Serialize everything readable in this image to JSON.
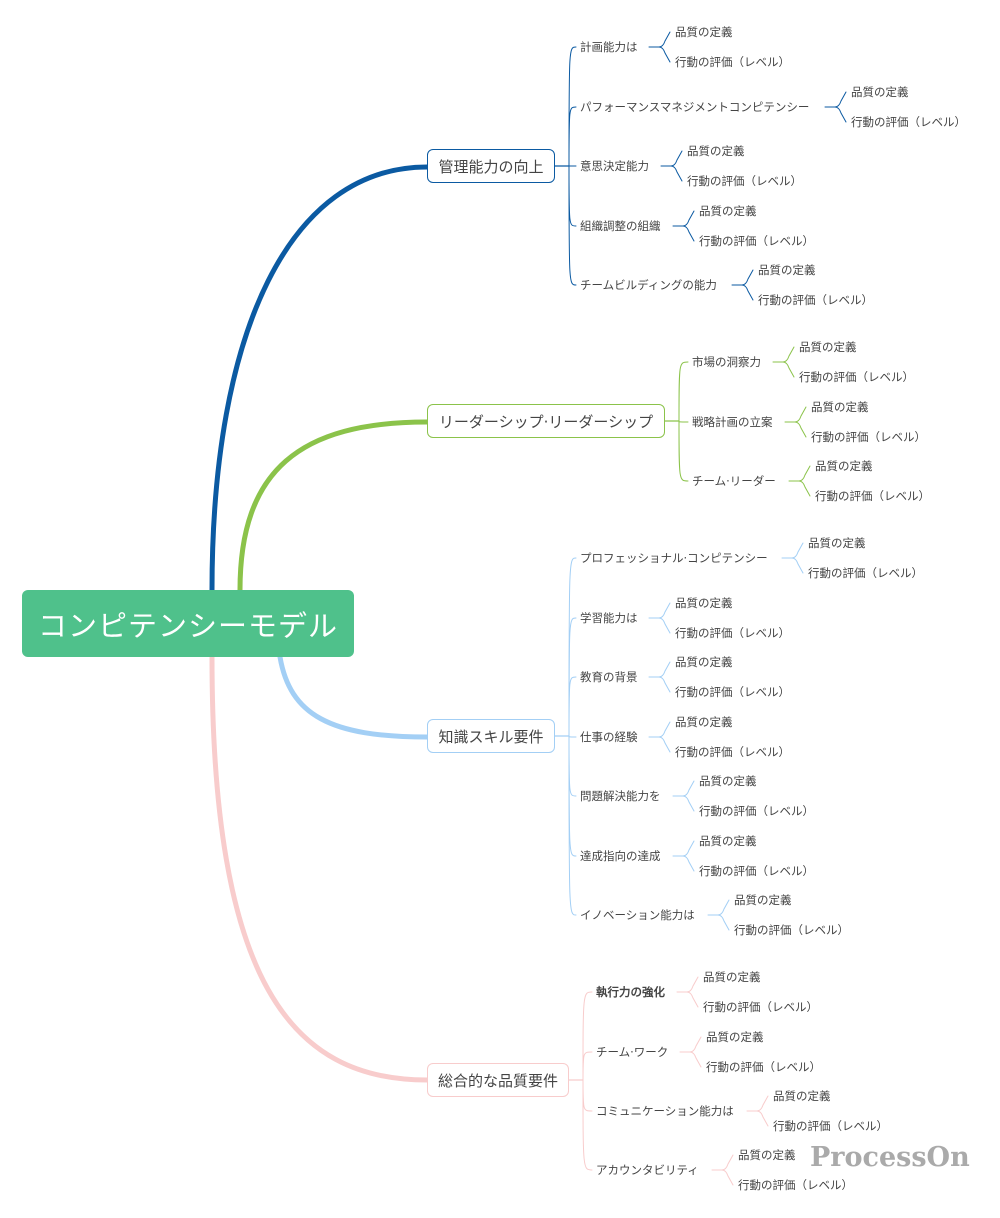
{
  "root": {
    "label": "コンピテンシーモデル",
    "color": "#4fc18b"
  },
  "branches": [
    {
      "label": "管理能力の向上",
      "color": "#0b5aa2",
      "children": [
        {
          "label": "計画能力は",
          "leaves": [
            "品質の定義",
            "行動の評価（レベル）"
          ]
        },
        {
          "label": "パフォーマンスマネジメントコンピテンシー",
          "leaves": [
            "品質の定義",
            "行動の評価（レベル）"
          ]
        },
        {
          "label": "意思決定能力",
          "leaves": [
            "品質の定義",
            "行動の評価（レベル）"
          ]
        },
        {
          "label": "組織調整の組織",
          "leaves": [
            "品質の定義",
            "行動の評価（レベル）"
          ]
        },
        {
          "label": "チームビルディングの能力",
          "leaves": [
            "品質の定義",
            "行動の評価（レベル）"
          ]
        }
      ]
    },
    {
      "label": "リーダーシップ·リーダーシップ",
      "color": "#8bc34a",
      "children": [
        {
          "label": "市場の洞察力",
          "leaves": [
            "品質の定義",
            "行動の評価（レベル）"
          ]
        },
        {
          "label": "戦略計画の立案",
          "leaves": [
            "品質の定義",
            "行動の評価（レベル）"
          ]
        },
        {
          "label": "チーム·リーダー",
          "leaves": [
            "品質の定義",
            "行動の評価（レベル）"
          ]
        }
      ]
    },
    {
      "label": "知識スキル要件",
      "color": "#a3cff5",
      "children": [
        {
          "label": "プロフェッショナル·コンピテンシー",
          "leaves": [
            "品質の定義",
            "行動の評価（レベル）"
          ]
        },
        {
          "label": "学習能力は",
          "leaves": [
            "品質の定義",
            "行動の評価（レベル）"
          ]
        },
        {
          "label": "教育の背景",
          "leaves": [
            "品質の定義",
            "行動の評価（レベル）"
          ]
        },
        {
          "label": "仕事の経験",
          "leaves": [
            "品質の定義",
            "行動の評価（レベル）"
          ]
        },
        {
          "label": "問題解決能力を",
          "leaves": [
            "品質の定義",
            "行動の評価（レベル）"
          ]
        },
        {
          "label": "達成指向の達成",
          "leaves": [
            "品質の定義",
            "行動の評価（レベル）"
          ]
        },
        {
          "label": "イノベーション能力は",
          "leaves": [
            "品質の定義",
            "行動の評価（レベル）"
          ]
        }
      ]
    },
    {
      "label": "総合的な品質要件",
      "color": "#f8cccc",
      "children": [
        {
          "label": "執行力の強化",
          "bold": true,
          "leaves": [
            "品質の定義",
            "行動の評価（レベル）"
          ]
        },
        {
          "label": "チーム·ワーク",
          "leaves": [
            "品質の定義",
            "行動の評価（レベル）"
          ]
        },
        {
          "label": "コミュニケーション能力は",
          "leaves": [
            "品質の定義",
            "行動の評価（レベル）"
          ]
        },
        {
          "label": "アカウンタビリティ",
          "leaves": [
            "品質の定義",
            "行動の評価（レベル）"
          ]
        }
      ]
    }
  ],
  "watermark": "ProcessOn"
}
